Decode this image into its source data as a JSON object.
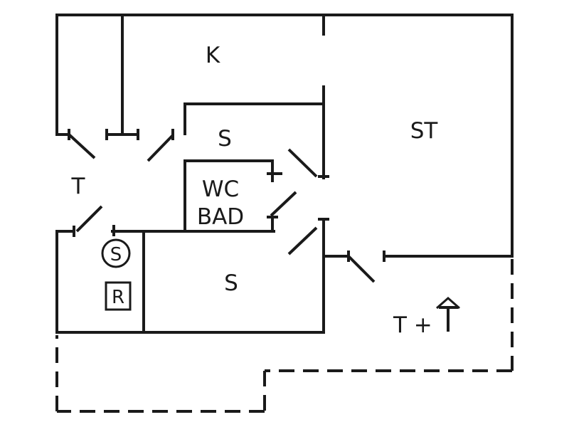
{
  "rooms": {
    "kitchen": "K",
    "living": "ST",
    "bedroom_top": "S",
    "bedroom_bottom": "S",
    "hall": "T",
    "wc": "WC",
    "bath": "BAD",
    "terrace": "T +"
  },
  "fixtures": {
    "circle_symbol": "S",
    "box_symbol": "R"
  }
}
